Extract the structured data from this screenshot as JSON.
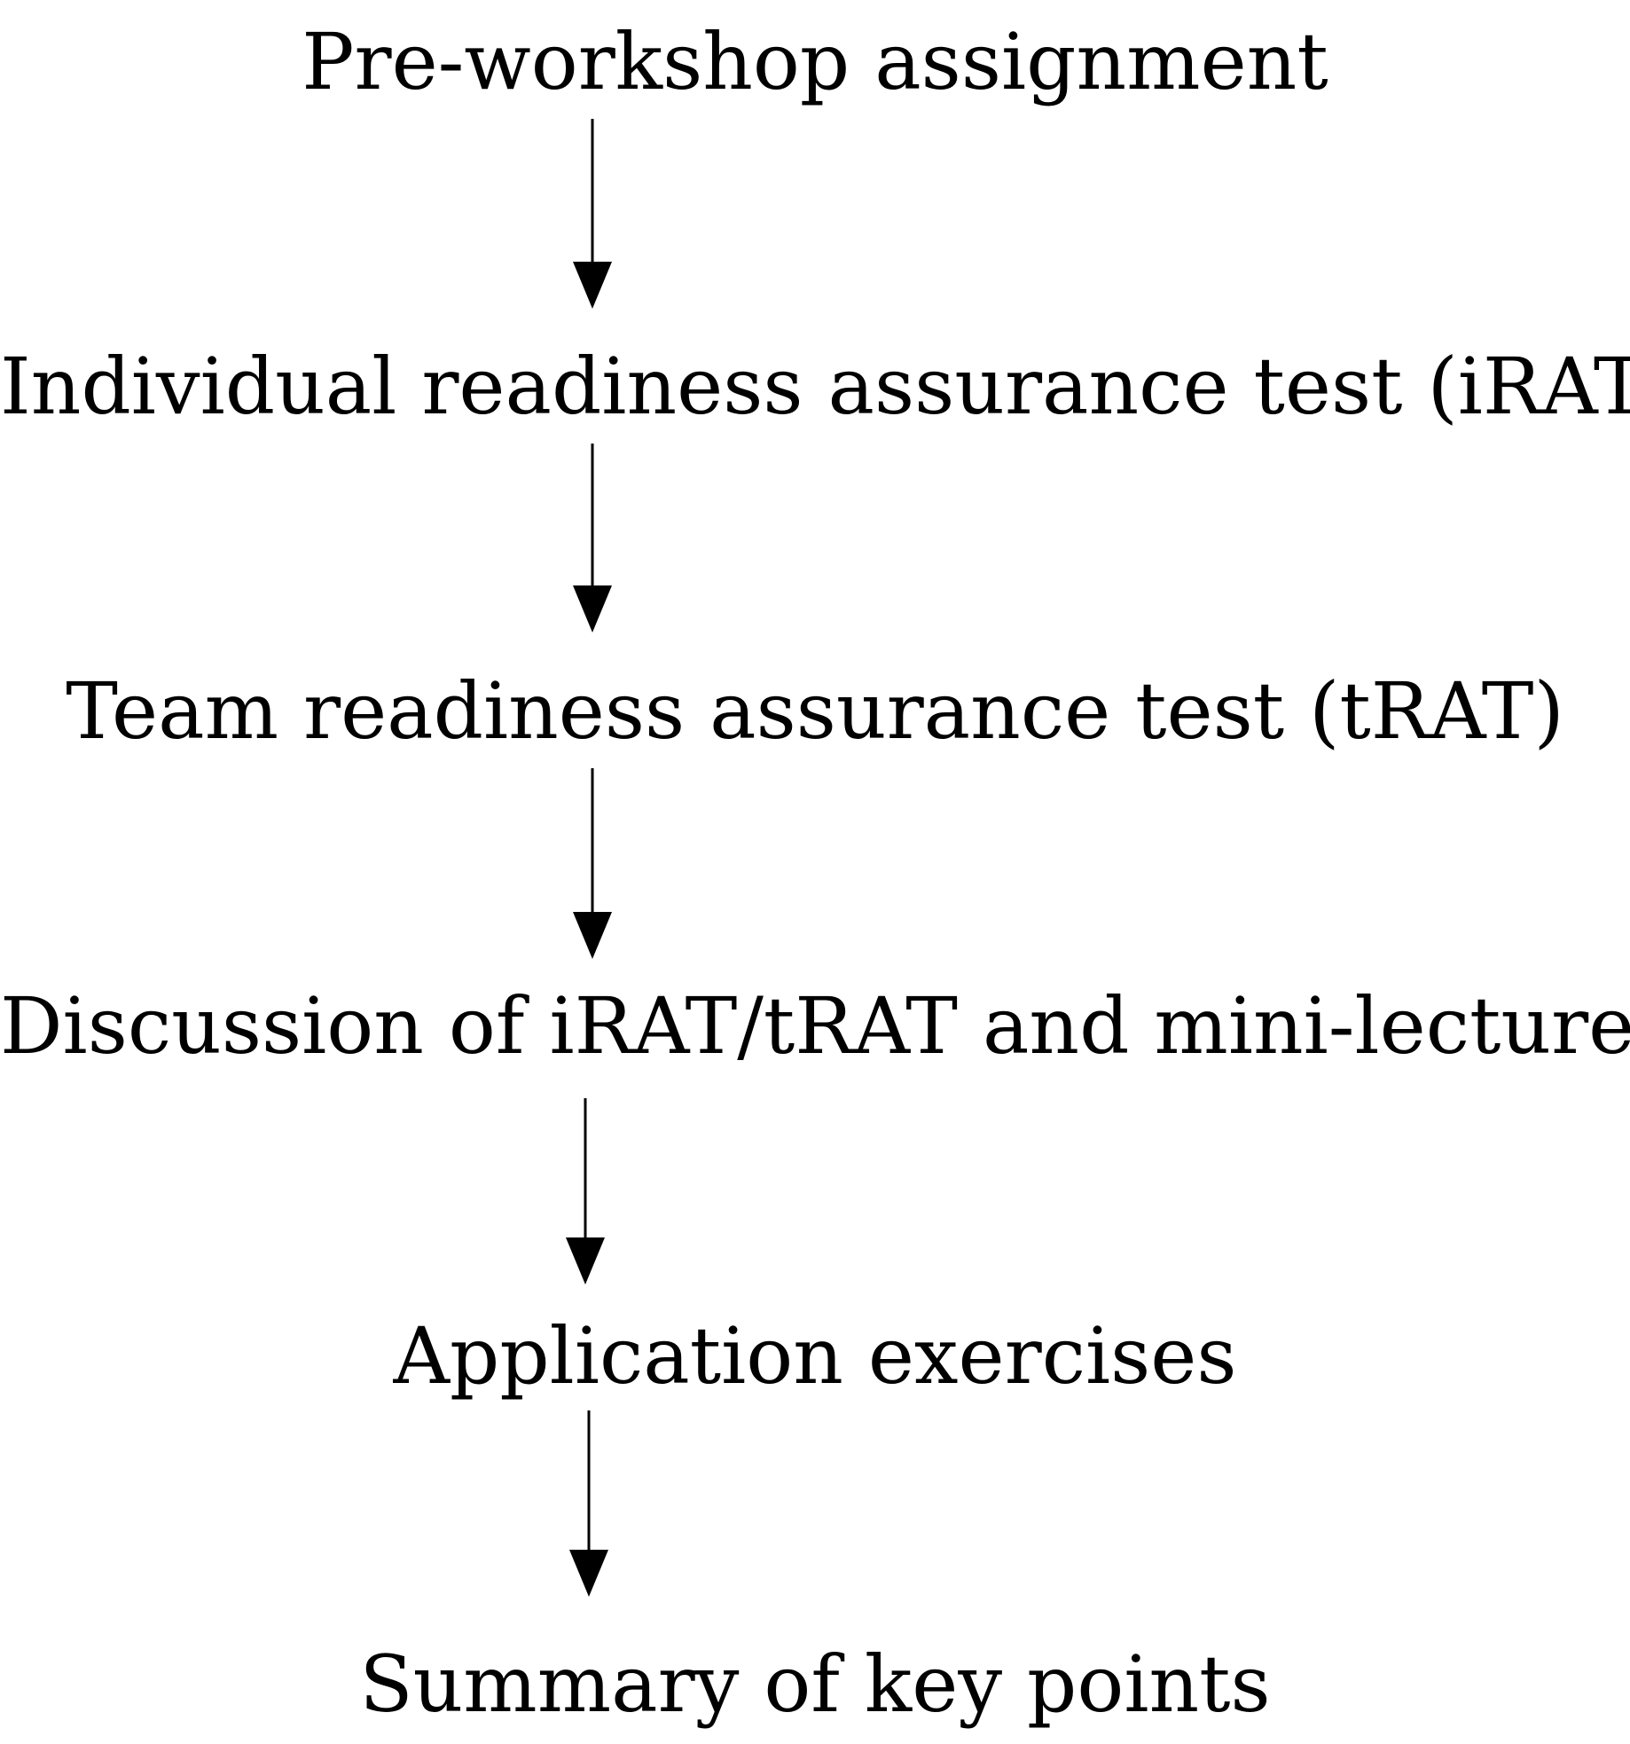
{
  "diagram": {
    "steps": [
      {
        "label": "Pre-workshop assignment"
      },
      {
        "label": "Individual readiness assurance test (iRAT)"
      },
      {
        "label": "Team readiness assurance test (tRAT)"
      },
      {
        "label": "Discussion of iRAT/tRAT and mini-lecture"
      },
      {
        "label": "Application exercises"
      },
      {
        "label": "Summary of key points"
      }
    ],
    "colors": {
      "text": "#000000",
      "arrow": "#000000",
      "background": "#ffffff"
    }
  }
}
